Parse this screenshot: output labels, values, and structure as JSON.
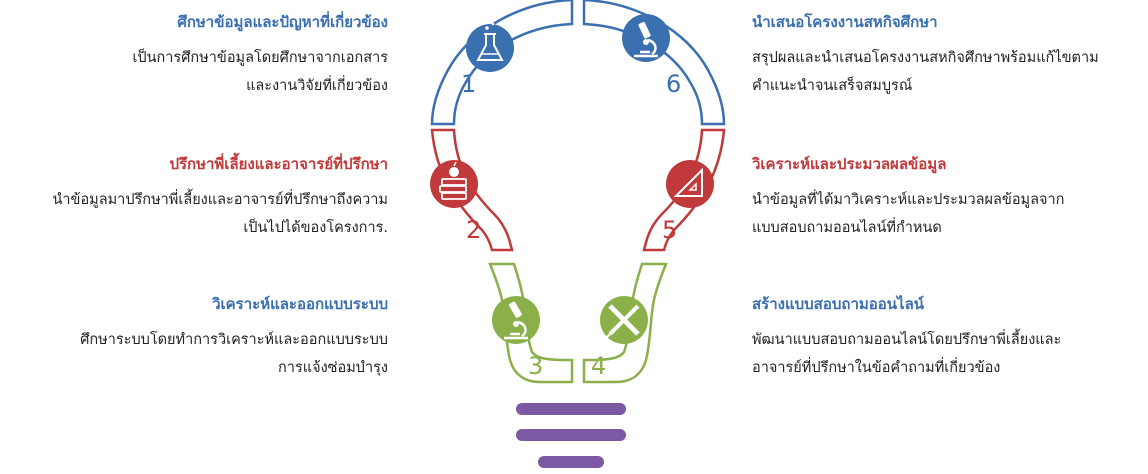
{
  "steps": [
    {
      "number": "1",
      "title": "ศึกษาข้อมูลและปัญหาที่เกี่ยวข้อง",
      "desc_lines": [
        "เป็นการศึกษาข้อมูลโดยศึกษาจากเอกสาร",
        "และงานวิจัยที่เกี่ยวข้อง"
      ],
      "color": "#3a6fb0",
      "icon": "flask-icon"
    },
    {
      "number": "2",
      "title": "ปรึกษาพี่เลี้ยงและอาจารย์ที่ปรึกษา",
      "desc_lines": [
        "นำข้อมูลมาปรึกษาพี่เลี้ยงและอาจารย์ที่ปรึกษาถึงความ",
        "เป็นไปได้ของโครงการ."
      ],
      "color": "#c0393b",
      "icon": "apple-books-icon"
    },
    {
      "number": "3",
      "title": "วิเคราะห์และออกแบบระบบ",
      "desc_lines": [
        "ศึกษาระบบโดยทำการวิเคราะห์และออกแบบระบบ",
        "การแจ้งซ่อมบำรุง"
      ],
      "color": "#7ca43c",
      "icon": "microscope-icon"
    },
    {
      "number": "4",
      "title": "สร้างแบบสอบถามออนไลน์",
      "desc_lines": [
        "พัฒนาแบบสอบถามออนไลน์โดยปรึกษาพี่เลี้ยงและ",
        "อาจารย์ที่ปรึกษาในข้อคำถามที่เกี่ยวข้อง"
      ],
      "color": "#7ca43c",
      "icon": "pencil-ruler-icon"
    },
    {
      "number": "5",
      "title": "วิเคราะห์และประมวลผลข้อมูล",
      "desc_lines": [
        "นำข้อมูลที่ได้มาวิเคราะห์และประมวลผลข้อมูลจาก",
        "แบบสอบถามออนไลน์ที่กำหนด"
      ],
      "color": "#c0393b",
      "icon": "set-square-icon"
    },
    {
      "number": "6",
      "title": "นำเสนอโครงงานสหกิจศึกษา",
      "desc_lines": [
        "สรุปผลและนำเสนอโครงงานสหกิจศึกษาพร้อมแก้ไขตาม",
        "คำแนะนำจนเสร็จสมบูรณ์"
      ],
      "color": "#3a6fb0",
      "icon": "microscope-icon"
    }
  ],
  "colors": {
    "blue": "#3a6fb0",
    "red": "#c0393b",
    "green": "#7ca43c",
    "purple": "#7b5aa3"
  }
}
